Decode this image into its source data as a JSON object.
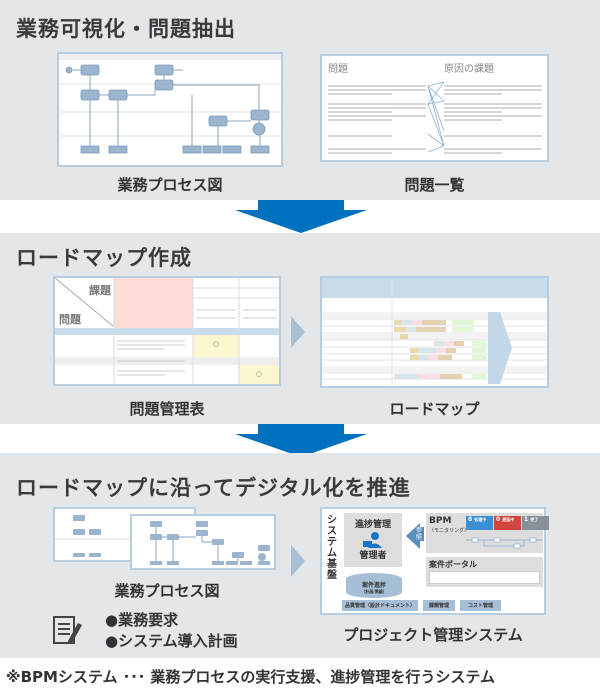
{
  "sections": [
    {
      "title": "業務可視化・問題抽出",
      "items": [
        {
          "label": "業務プロセス図"
        },
        {
          "label": "問題一覧",
          "col_problem": "問題",
          "col_cause": "原因の課題"
        }
      ]
    },
    {
      "title": "ロードマップ作成",
      "items": [
        {
          "label": "問題管理表",
          "header_issue": "課題",
          "header_problem": "問題",
          "marks": [
            "○",
            "○"
          ]
        },
        {
          "label": "ロードマップ"
        }
      ]
    },
    {
      "title": "ロードマップに沿ってデジタル化を推進",
      "items": [
        {
          "label": "業務プロセス図",
          "bullets": [
            "●業務要求",
            "●システム導入計画"
          ]
        },
        {
          "label": "プロジェクト管理システム"
        }
      ]
    }
  ],
  "system": {
    "platform": "システム基盤",
    "progress": "進捗管理",
    "manager": "管理者",
    "reference": "参照",
    "bpm_title": "BPM",
    "bpm_sub": "（モニタリング）",
    "tiles": [
      {
        "num": "8",
        "text": "処理中",
        "color": "#3a8fd6"
      },
      {
        "num": "0",
        "text": "遅延中",
        "color": "#d0453e"
      },
      {
        "num": "1",
        "text": "完了",
        "color": "#8a9099"
      }
    ],
    "portal": "案件ポータル",
    "db": "案件進捗",
    "db_sub": "（計画/実績）",
    "buttons": [
      "品質管理（設計ドキュメント）",
      "課題管理",
      "コスト管理"
    ]
  },
  "colors": {
    "accent": "#0070c0",
    "bg": "#e4e7ea",
    "card_border": "#b9cde0"
  },
  "footnote": "※BPMシステム ･･･ 業務プロセスの実行支援、進捗管理を行うシステム"
}
